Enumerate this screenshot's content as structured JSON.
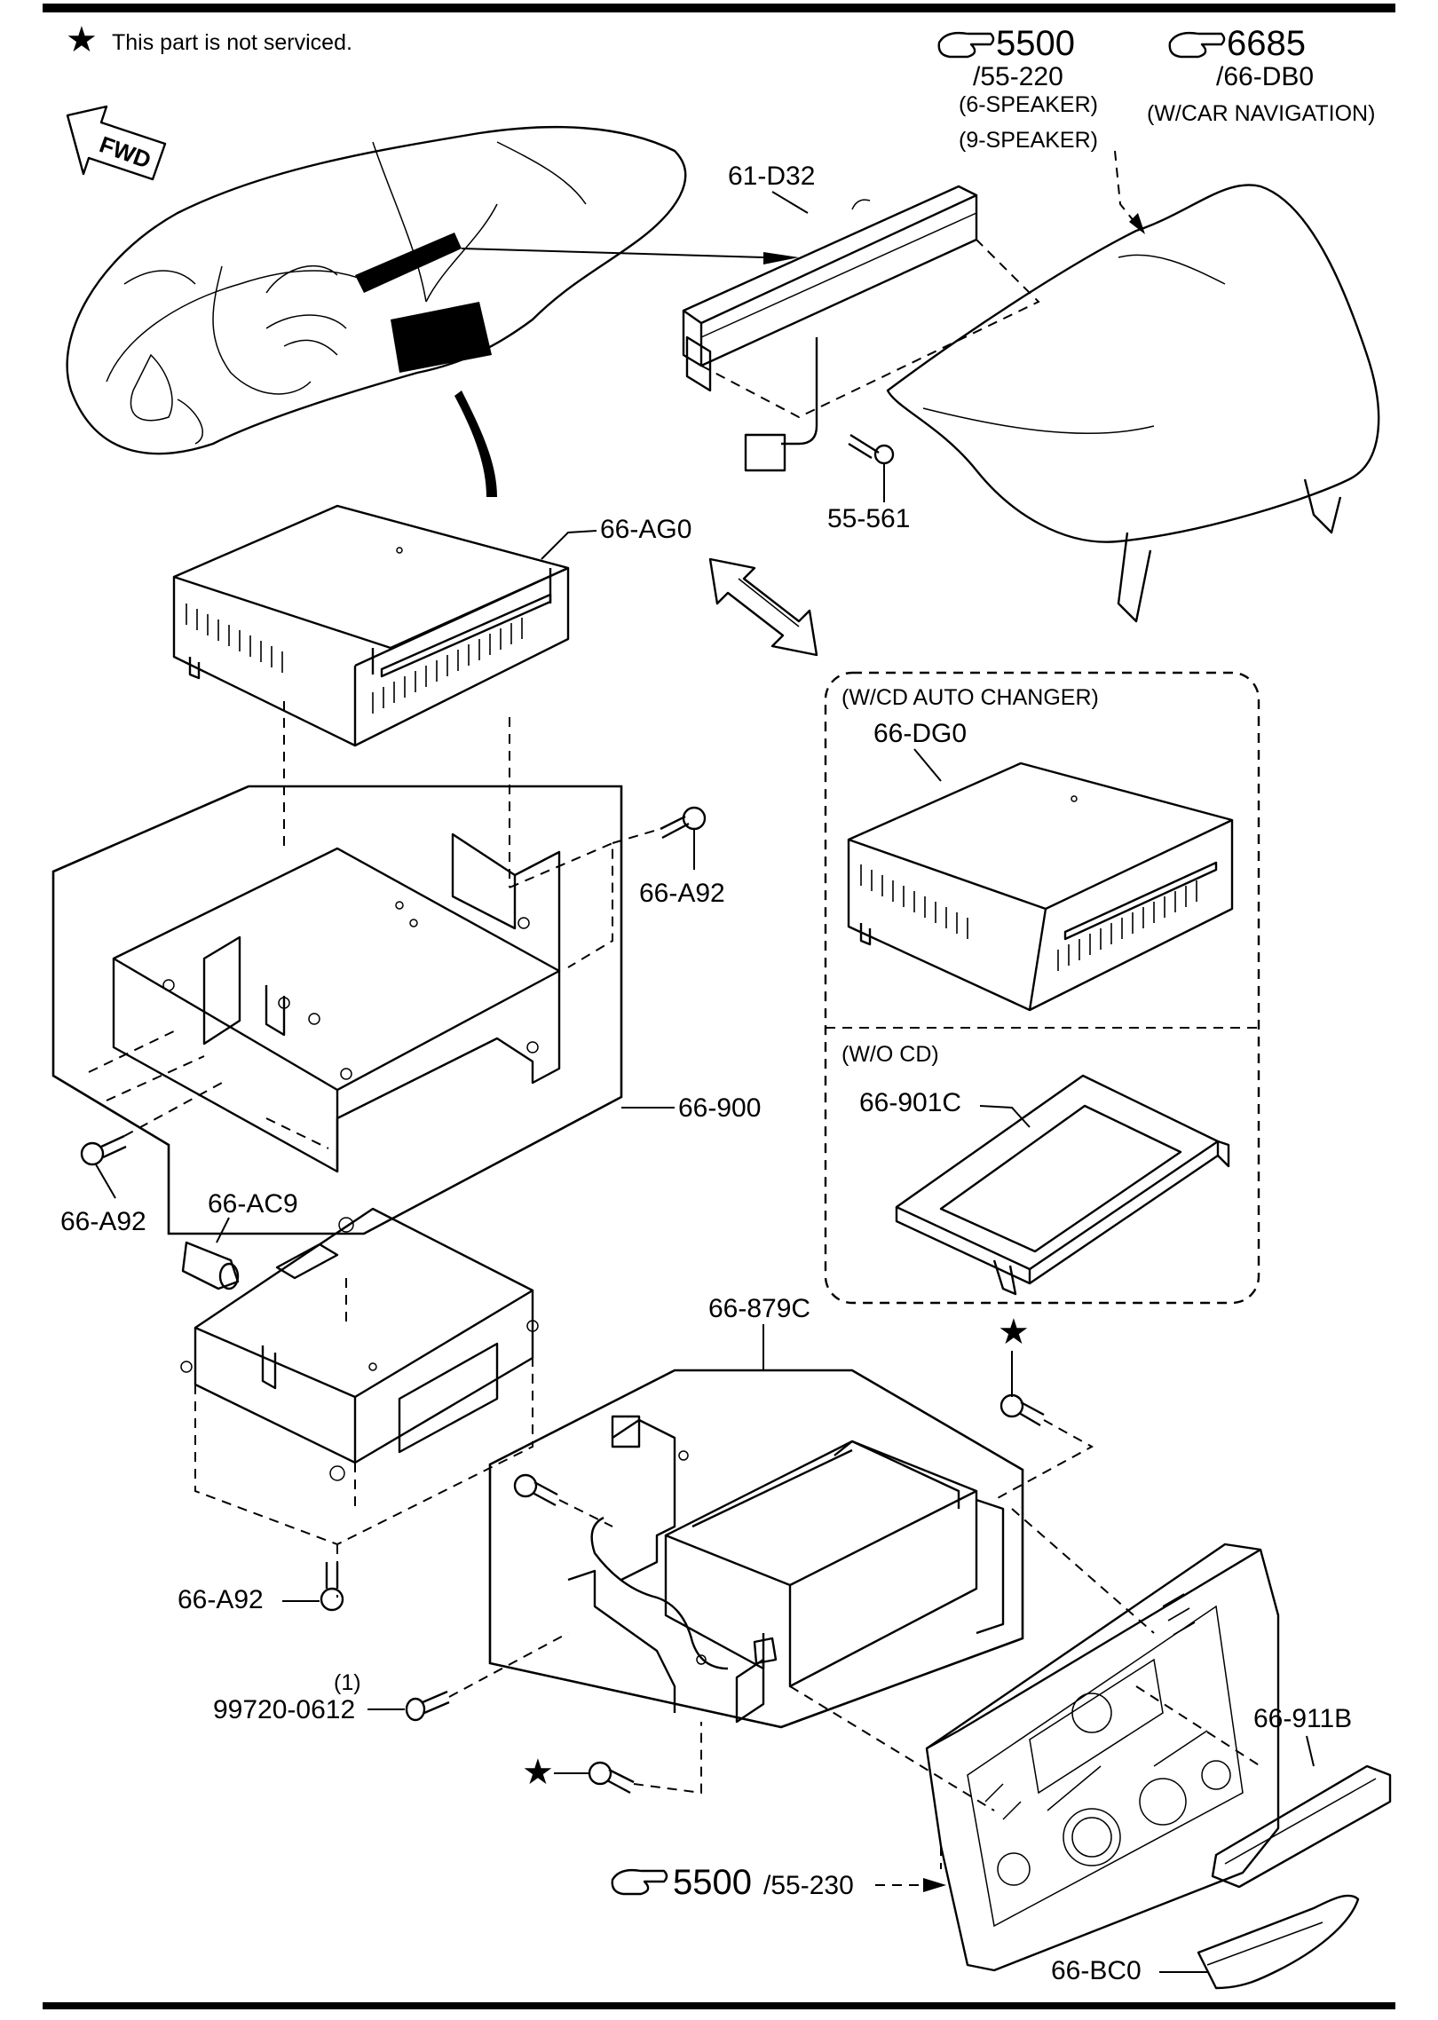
{
  "note": {
    "star_symbol": "★",
    "text": "This part is not serviced."
  },
  "fwd_label": "FWD",
  "references": [
    {
      "id": "ref-5500-top",
      "number": "5500",
      "sub": "/55-220",
      "lines": [
        "(6-SPEAKER)",
        "(9-SPEAKER)"
      ]
    },
    {
      "id": "ref-6685",
      "number": "6685",
      "sub": "/66-DB0",
      "lines": [
        "(W/CAR NAVIGATION)"
      ]
    },
    {
      "id": "ref-5500-bottom",
      "number": "5500",
      "sub": "/55-230"
    }
  ],
  "groups": {
    "cd_auto_changer": "(W/CD AUTO CHANGER)",
    "without_cd": "(W/O CD)"
  },
  "parts": {
    "p61_d32": "61-D32",
    "p55_561": "55-561",
    "p66_ag0": "66-AG0",
    "p66_dg0": "66-DG0",
    "p66_a92_right": "66-A92",
    "p66_900": "66-900",
    "p66_901c": "66-901C",
    "p66_a92_left": "66-A92",
    "p66_ac9": "66-AC9",
    "p66_879c": "66-879C",
    "p66_a92_bottom": "66-A92",
    "p99720_qty": "(1)",
    "p99720": "99720-0612",
    "p66_911b": "66-911B",
    "p66_bc0": "66-BC0"
  }
}
